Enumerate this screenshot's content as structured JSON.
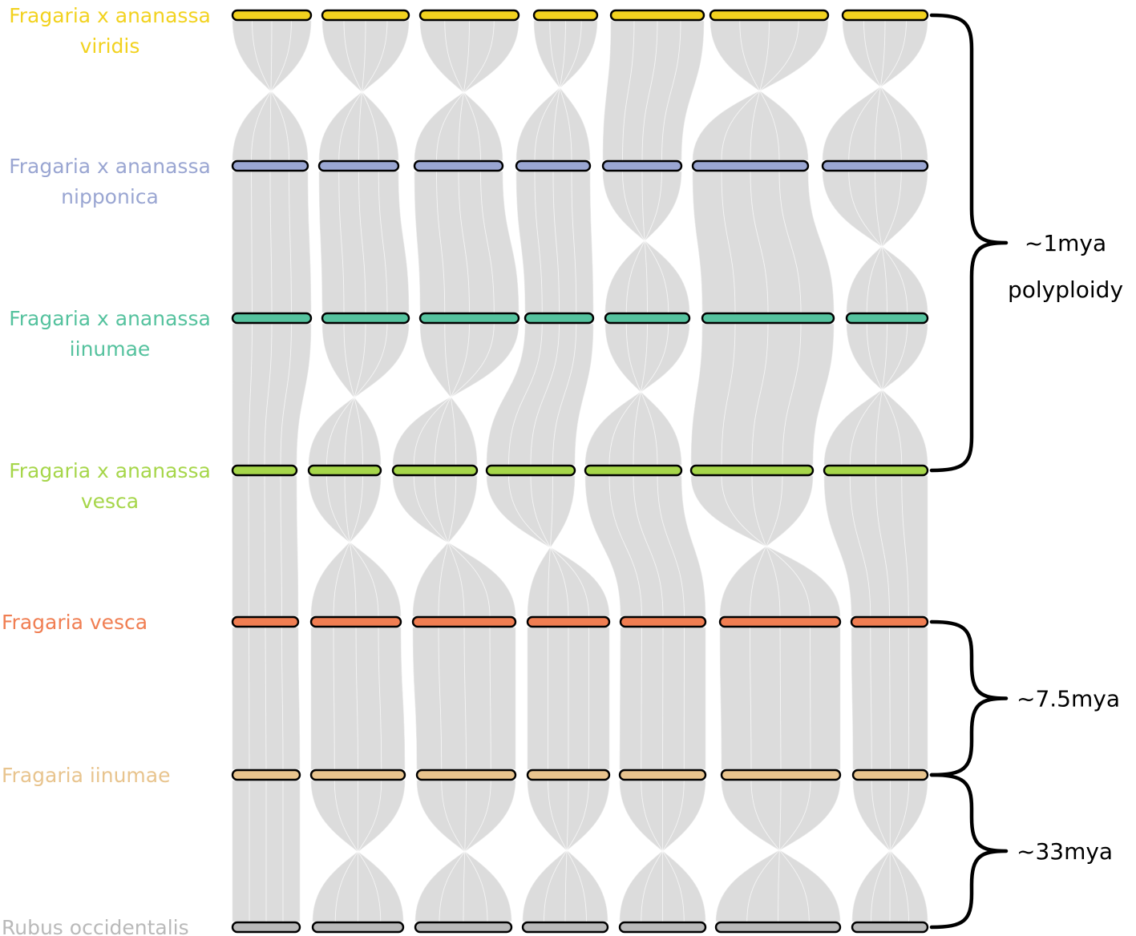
{
  "genomes": [
    {
      "label_lines": [
        "Fragaria x ananassa",
        "viridis"
      ],
      "color": "#f2d21f"
    },
    {
      "label_lines": [
        "Fragaria x ananassa",
        "nipponica"
      ],
      "color": "#9aa6d2"
    },
    {
      "label_lines": [
        "Fragaria x ananassa",
        "iinumae"
      ],
      "color": "#55c29e"
    },
    {
      "label_lines": [
        "Fragaria x ananassa",
        "vesca"
      ],
      "color": "#a6d64a"
    },
    {
      "label_lines": [
        "Fragaria vesca"
      ],
      "color": "#f07e52"
    },
    {
      "label_lines": [
        "Fragaria iinumae"
      ],
      "color": "#e8c48e"
    },
    {
      "label_lines": [
        "Rubus occidentalis"
      ],
      "color": "#b9b9b9"
    }
  ],
  "chromosomes_per_genome": 7,
  "divergence_brackets": [
    {
      "lines": [
        "~1mya",
        "polyploidy"
      ],
      "from_genome": 0,
      "to_genome": 3
    },
    {
      "lines": [
        "~7.5mya"
      ],
      "from_genome": 4,
      "to_genome": 5
    },
    {
      "lines": [
        "~33mya"
      ],
      "from_genome": 5,
      "to_genome": 6
    }
  ],
  "colors": {
    "synteny_ribbon": "#dcdcdc",
    "chromosome_outline": "#000000",
    "bracket": "#000000"
  }
}
